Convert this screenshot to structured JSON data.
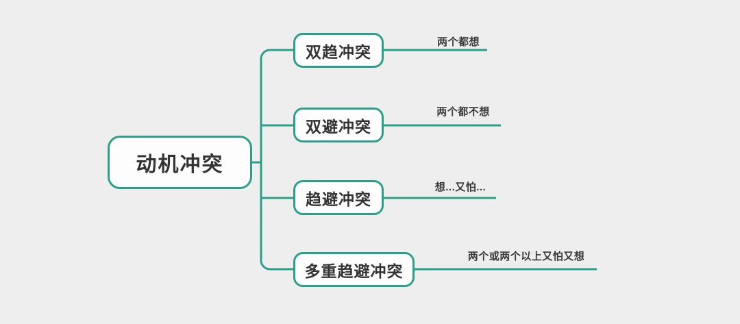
{
  "canvas": {
    "background": "#efeeee",
    "accent": "#2ba089",
    "text_color": "#333333",
    "node_fill": "#fdfdfd"
  },
  "root": {
    "label": "动机冲突"
  },
  "branches": [
    {
      "node": "双趋冲突",
      "leaf": "两个都想"
    },
    {
      "node": "双避冲突",
      "leaf": "两个都不想"
    },
    {
      "node": "趋避冲突",
      "leaf": "想...又怕..."
    },
    {
      "node": "多重趋避冲突",
      "leaf": "两个或两个以上又怕又想"
    }
  ],
  "icons": {
    "connector": "elbow-connector-line"
  }
}
